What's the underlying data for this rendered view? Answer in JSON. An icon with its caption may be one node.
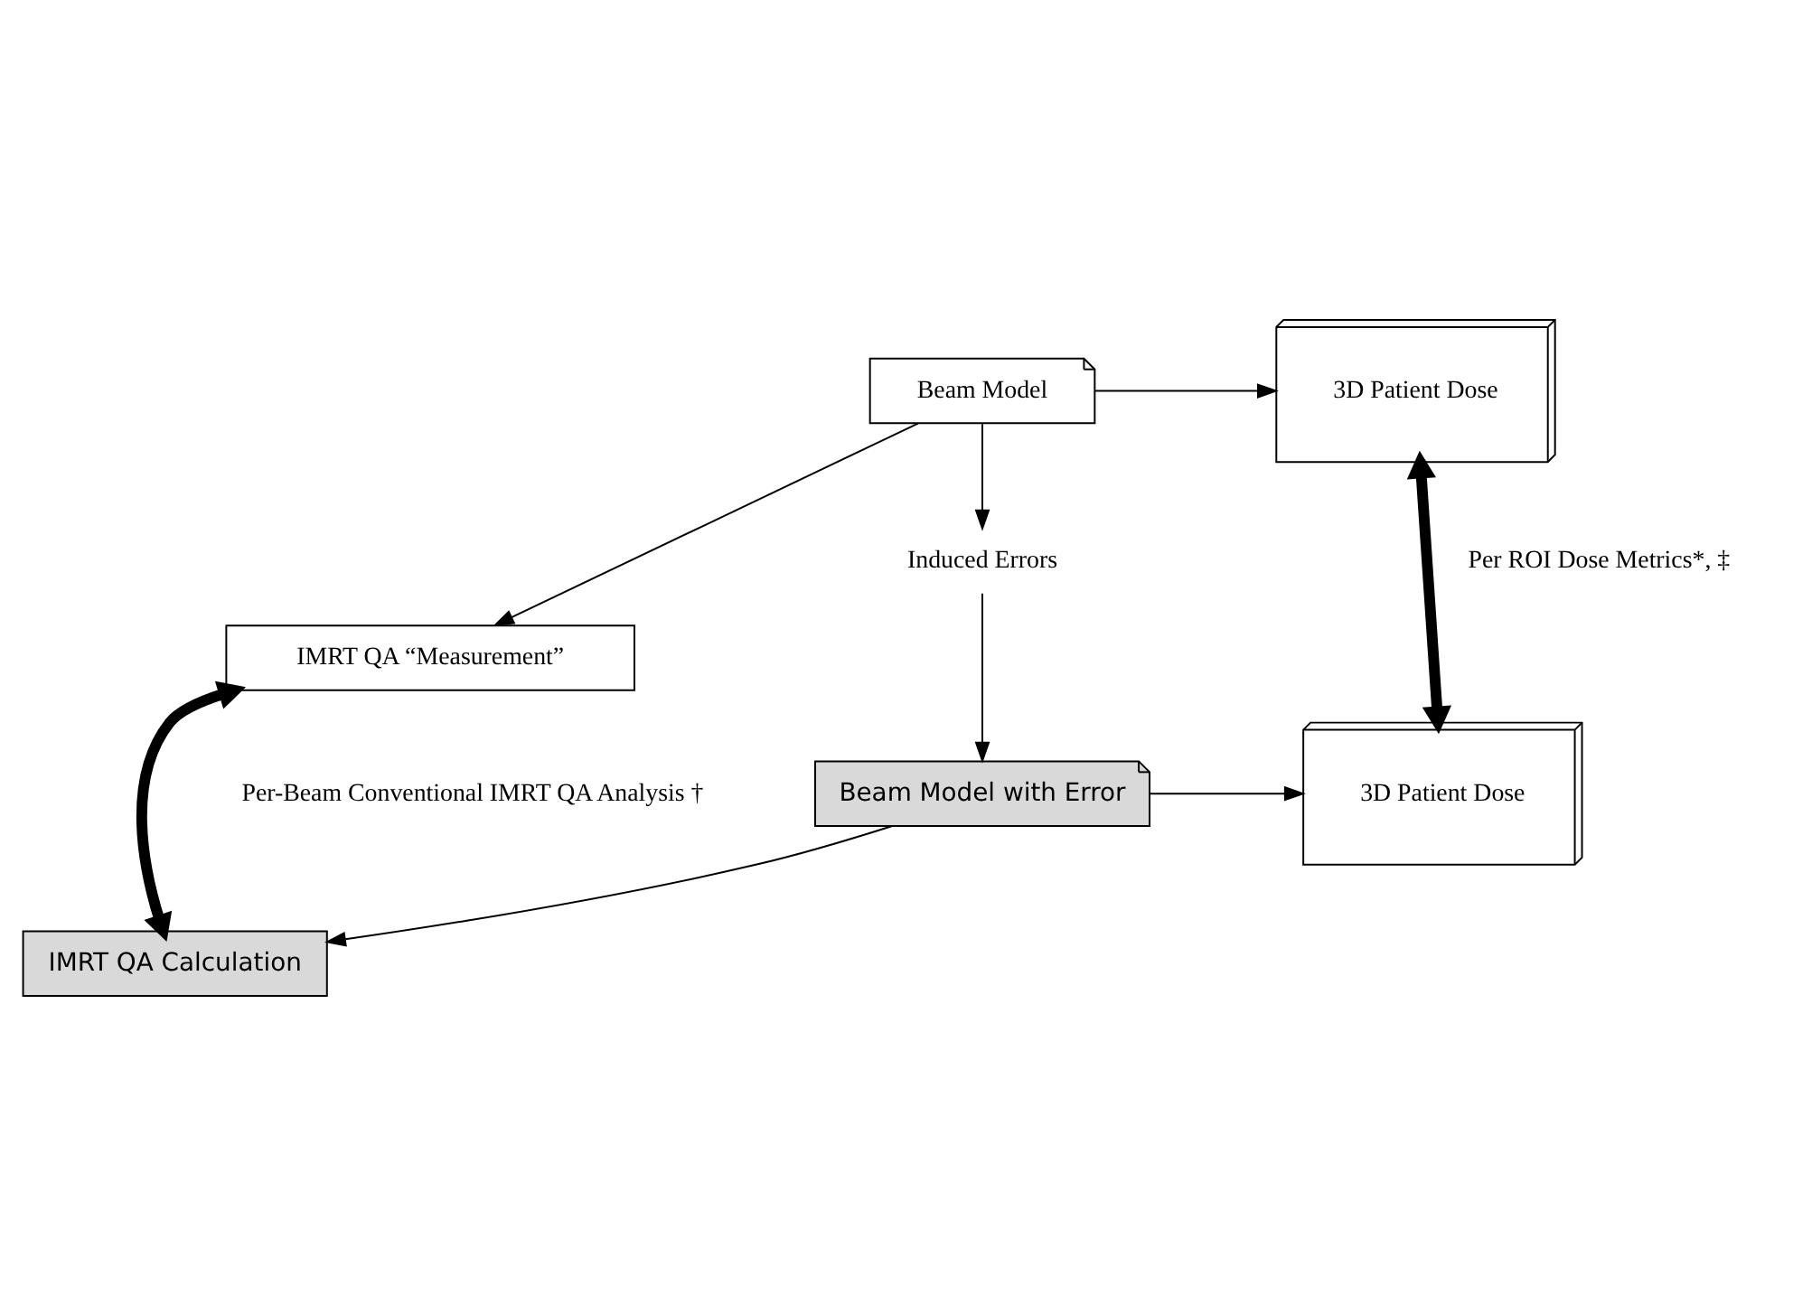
{
  "diagram": {
    "nodes": [
      {
        "text": [
          "Beam Model"
        ]
      },
      {
        "text": [
          "3D Patient Dose"
        ]
      },
      {
        "text": [
          "IMRT QA “Measurement”"
        ]
      },
      {
        "text": [
          "Induced Errors"
        ]
      },
      {
        "text": [
          "IMRT QA Calculation"
        ]
      },
      {
        "text": [
          "Beam Model with Error"
        ]
      },
      {
        "text": [
          "3D Patient Dose"
        ]
      }
    ],
    "edges": [
      {
        "from": 0,
        "to": 1,
        "arrow": "to"
      },
      {
        "from": 0,
        "to": 2,
        "arrow": "to"
      },
      {
        "from": 0,
        "to": 3,
        "arrow": "to"
      },
      {
        "from": 3,
        "to": 5,
        "arrow": "to"
      },
      {
        "from": 2,
        "to": 4,
        "arrow": "both",
        "style": "thick",
        "label": "Per-Beam Conventional IMRT QA Analysis †"
      },
      {
        "from": 5,
        "to": 4,
        "arrow": "to"
      },
      {
        "from": 5,
        "to": 6,
        "arrow": "to"
      },
      {
        "from": 1,
        "to": 6,
        "arrow": "both",
        "style": "thick",
        "label": "Per ROI Dose Metrics*, ‡"
      }
    ]
  }
}
